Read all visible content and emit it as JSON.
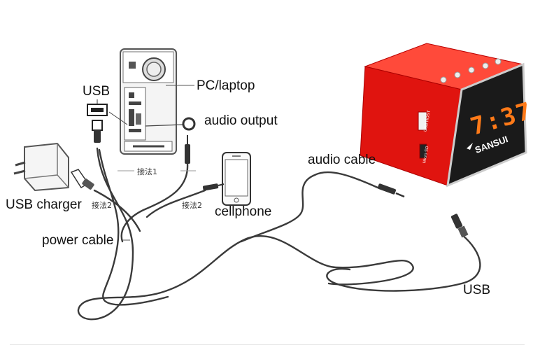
{
  "labels": {
    "usb_top": "USB",
    "pc_laptop": "PC/laptop",
    "audio_output": "audio output",
    "usb_charger": "USB charger",
    "method1": "接法1",
    "method2_left": "接法2",
    "method2_right": "接法2",
    "cellphone": "cellphone",
    "audio_cable": "audio cable",
    "power_cable": "power cable",
    "usb_right": "USB"
  },
  "device": {
    "clock_time": "7:37",
    "brand": "SANSUI",
    "side_label_top": "USB HOST",
    "side_label_bottom": "Micro SD",
    "body_color": "#e0140f",
    "display_color": "#ff7a18"
  },
  "icons": [
    "pc-tower-icon",
    "usb-port-icon",
    "usb-plug-icon",
    "audio-jack-icon",
    "audio-port-icon",
    "usb-charger-icon",
    "cellphone-icon",
    "speaker-device-icon"
  ]
}
